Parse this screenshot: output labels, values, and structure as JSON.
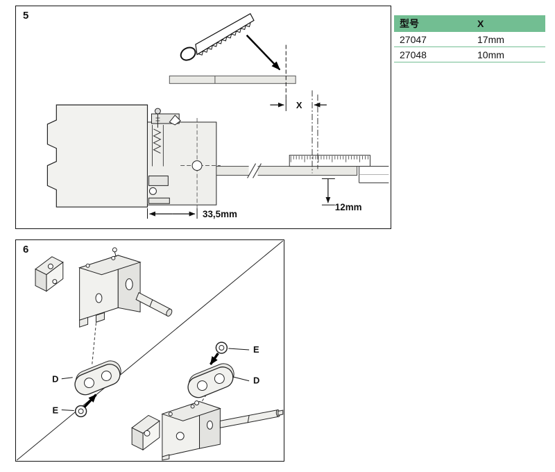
{
  "colors": {
    "table_header_bg": "#72be92",
    "table_rule": "#72be92",
    "panel_border": "#111111"
  },
  "table": {
    "headers": [
      "型号",
      "X"
    ],
    "rows": [
      {
        "model": "27047",
        "x": "17mm"
      },
      {
        "model": "27048",
        "x": "10mm"
      }
    ]
  },
  "panel5": {
    "step": "5",
    "dim_x": "X",
    "dim_width": "33,5mm",
    "dim_height": "12mm"
  },
  "panel6": {
    "step": "6",
    "label_d": "D",
    "label_e": "E"
  }
}
